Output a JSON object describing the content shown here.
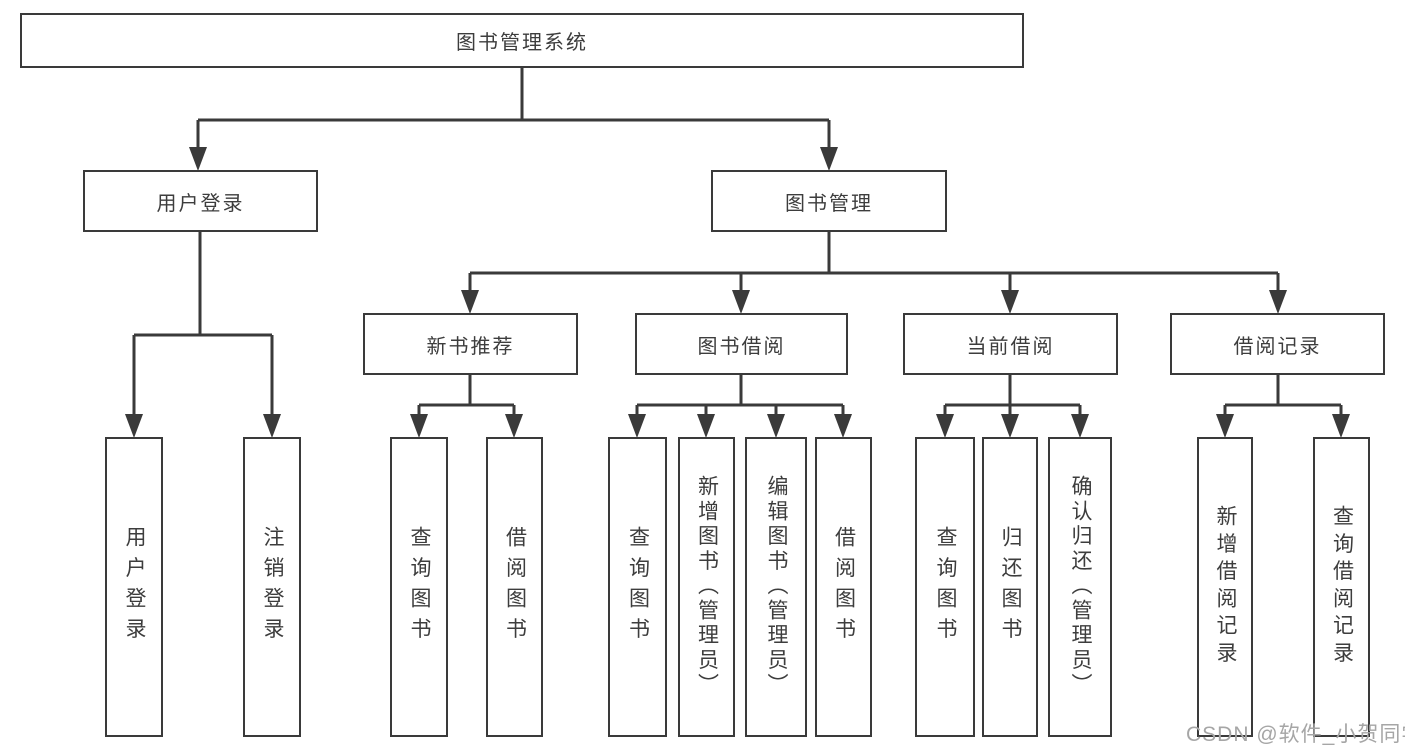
{
  "diagram": {
    "root": "图书管理系统",
    "level2": {
      "userLogin": "用户登录",
      "bookMgmt": "图书管理"
    },
    "userLoginChildren": [
      "用户登录",
      "注销登录"
    ],
    "bookMgmtSections": [
      {
        "label": "新书推荐",
        "children": [
          "查询图书",
          "借阅图书"
        ]
      },
      {
        "label": "图书借阅",
        "children": [
          "查询图书",
          "新增图书（管理员）",
          "编辑图书（管理员）",
          "借阅图书"
        ]
      },
      {
        "label": "当前借阅",
        "children": [
          "查询图书",
          "归还图书",
          "确认归还（管理员）"
        ]
      },
      {
        "label": "借阅记录",
        "children": [
          "新增借阅记录",
          "查询借阅记录"
        ]
      }
    ]
  },
  "watermark": "CSDN @软件_小贺同学",
  "colors": {
    "line": "#3a3a3a",
    "text": "#3d3d3d",
    "watermark": "#a6a6a6",
    "background": "#ffffff"
  }
}
